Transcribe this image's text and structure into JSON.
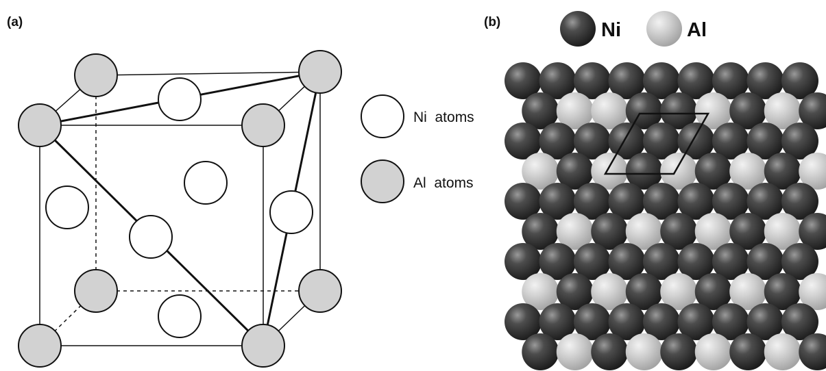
{
  "panels": {
    "a": {
      "label": "(a)"
    },
    "b": {
      "label": "(b)"
    }
  },
  "legend_a": {
    "ni": {
      "text": "Ni  atoms",
      "fill": "#ffffff"
    },
    "al": {
      "text": "Al  atoms",
      "fill": "#d2d2d2"
    }
  },
  "legend_b": {
    "ni": {
      "text": "Ni",
      "color": "#3a3a3a"
    },
    "al": {
      "text": "Al",
      "color": "#cfcfcf"
    }
  },
  "lattice": {
    "rows": [
      "NNNNNNNNN",
      "NAANNANAN",
      "NNNNNNNNN",
      "ANANANANA",
      "NNNNNNNNN",
      "NANANANAN",
      "NNNNNNNNN",
      "ANANANANA",
      "NNNNNNNNN",
      "NANANANAN"
    ]
  },
  "colors": {
    "ni_sphere": "#3a3a3a",
    "al_sphere": "#cfcfcf",
    "al_atom": "#d2d2d2",
    "line": "#111111"
  }
}
